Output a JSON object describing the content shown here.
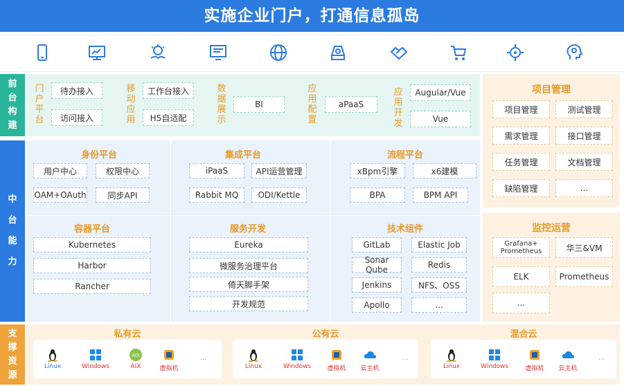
{
  "header": {
    "title": "实施企业门户，打通信息孤岛"
  },
  "icons": [
    "mobile-icon",
    "monitor-icon",
    "lightbulb-icon",
    "screen-icon",
    "globe-icon",
    "disk-icon",
    "handshake-icon",
    "cart-icon",
    "settings-icon",
    "idea-head-icon"
  ],
  "side": {
    "front": "前台构建",
    "middle": "中台能力",
    "support": "支撑资源"
  },
  "front": {
    "portal": {
      "label": "门户平台",
      "items": [
        "待办接入",
        "访问接入"
      ]
    },
    "mobile": {
      "label": "移动应用",
      "items": [
        "工作台接入",
        "H5自适配"
      ]
    },
    "data": {
      "label": "数据展示",
      "items": [
        "BI"
      ]
    },
    "config": {
      "label": "应用配置",
      "items": [
        "aPaaS"
      ]
    },
    "dev": {
      "label": "应用开发",
      "items": [
        "Augular/Vue",
        "Vue"
      ]
    }
  },
  "middle": {
    "identity": {
      "title": "身份平台",
      "items": [
        "用户中心",
        "权限中心",
        "OAM+OAuth",
        "同步API"
      ]
    },
    "integration": {
      "title": "集成平台",
      "items": [
        "iPaaS",
        "API运营管理",
        "Rabbit MQ",
        "ODI/Kettle"
      ]
    },
    "process": {
      "title": "流程平台",
      "items": [
        "xBpm引擎",
        "x6建模",
        "BPA",
        "BPM API"
      ]
    },
    "container": {
      "title": "容器平台",
      "items": [
        "Kubernetes",
        "Harbor",
        "Rancher"
      ]
    },
    "service": {
      "title": "服务开发",
      "items": [
        "Eureka",
        "微服务治理平台",
        "倚天脚手架",
        "开发规范"
      ]
    },
    "tech": {
      "title": "技术组件",
      "items": [
        "GitLab",
        "Elastic Job",
        "Sonar Qube",
        "Redis",
        "Jenkins",
        "NFS、OSS",
        "Apollo",
        "..."
      ]
    }
  },
  "project": {
    "title": "项目管理",
    "items": [
      "项目管理",
      "测试管理",
      "需求管理",
      "接口管理",
      "任务管理",
      "文档管理",
      "缺陷管理",
      "..."
    ]
  },
  "monitor": {
    "title": "监控运营",
    "items": [
      "Grafana+ Prometheus",
      "华三&VM",
      "ELK",
      "Prometheus",
      "..."
    ]
  },
  "clouds": {
    "private": {
      "title": "私有云",
      "items": [
        "Linux",
        "Windows",
        "AIX",
        "虚拟机",
        "..."
      ]
    },
    "public": {
      "title": "公有云",
      "items": [
        "Linux",
        "Windows",
        "虚拟机",
        "云主机",
        "..."
      ]
    },
    "hybrid": {
      "title": "混合云",
      "items": [
        "Linux",
        "Windows",
        "虚拟机",
        "云主机",
        "..."
      ]
    }
  },
  "colors": {
    "blue": "#2b7be0",
    "teal": "#2ab59a",
    "orange": "#e89a2a"
  }
}
